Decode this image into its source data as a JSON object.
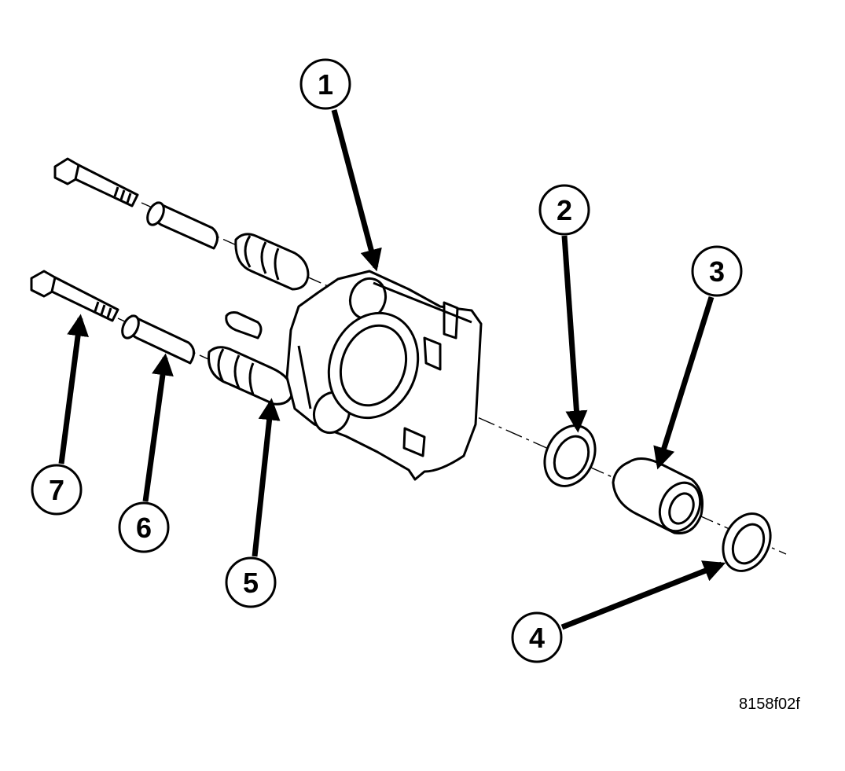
{
  "figure": {
    "id_label": "8158f02f"
  },
  "callouts": [
    {
      "num": "1"
    },
    {
      "num": "2"
    },
    {
      "num": "3"
    },
    {
      "num": "4"
    },
    {
      "num": "5"
    },
    {
      "num": "6"
    },
    {
      "num": "7"
    }
  ]
}
